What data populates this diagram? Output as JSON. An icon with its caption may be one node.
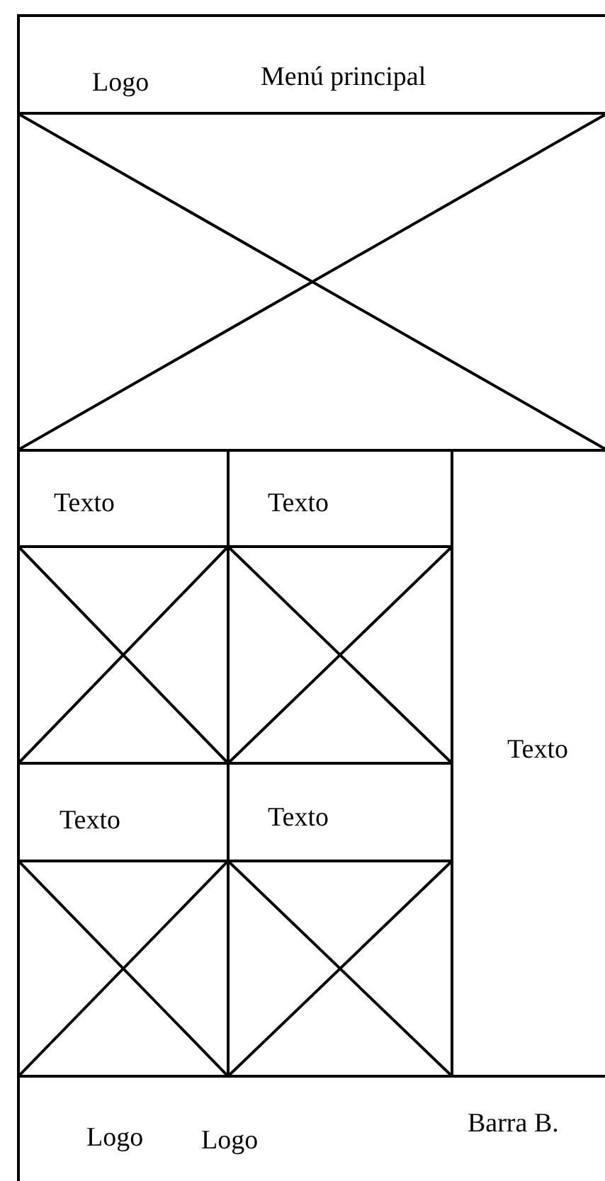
{
  "diagram": {
    "nodes": [
      {
        "text": [
          "Logo",
          "Menú principal"
        ]
      },
      {
        "text": [],
        "shape": "box"
      },
      {
        "text": [
          "Texto"
        ]
      },
      {
        "text": [
          "Texto"
        ]
      },
      {
        "text": [],
        "shape": "box"
      },
      {
        "text": [],
        "shape": "box"
      },
      {
        "text": [
          "Texto"
        ]
      },
      {
        "text": [
          "Texto"
        ]
      },
      {
        "text": [
          "Texto"
        ]
      },
      {
        "text": [],
        "shape": "box"
      },
      {
        "text": [],
        "shape": "box"
      },
      {
        "text": [
          "Logo",
          "Logo",
          "Barra B."
        ]
      }
    ],
    "edges": []
  }
}
